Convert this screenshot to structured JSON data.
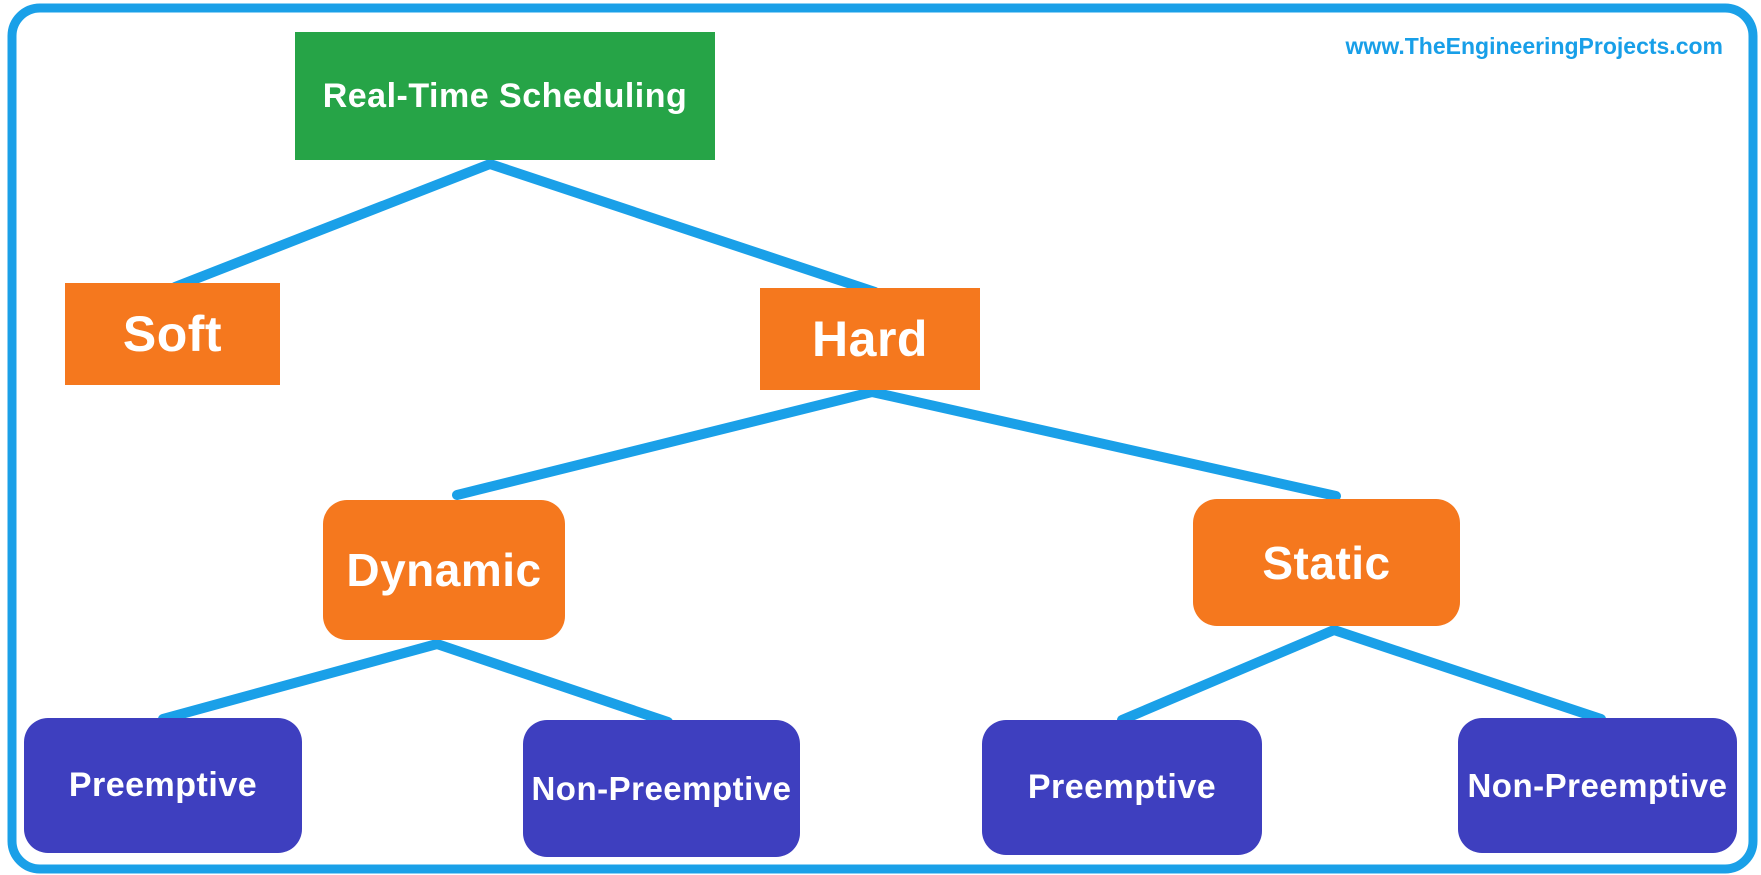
{
  "watermark": {
    "text": "www.TheEngineeringProjects.com"
  },
  "colors": {
    "root_box": "#26A447",
    "branch_box": "#F5781E",
    "leaf_box": "#3E3FBF",
    "connector": "#1AA0E8",
    "border": "#1AA0E8",
    "watermark_text": "#189FE8",
    "box_text": "#FFFFFF",
    "background": "#FFFFFF"
  },
  "nodes": {
    "root": {
      "label": "Real-Time Scheduling"
    },
    "soft": {
      "label": "Soft"
    },
    "hard": {
      "label": "Hard"
    },
    "dynamic": {
      "label": "Dynamic"
    },
    "static": {
      "label": "Static"
    },
    "dynamic_preemptive": {
      "label": "Preemptive"
    },
    "dynamic_non_preemptive": {
      "label": "Non-Preemptive"
    },
    "static_preemptive": {
      "label": "Preemptive"
    },
    "static_non_preemptive": {
      "label": "Non-Preemptive"
    }
  },
  "tree": {
    "root": "Real-Time Scheduling",
    "children": [
      {
        "label": "Soft",
        "children": []
      },
      {
        "label": "Hard",
        "children": [
          {
            "label": "Dynamic",
            "children": [
              "Preemptive",
              "Non-Preemptive"
            ]
          },
          {
            "label": "Static",
            "children": [
              "Preemptive",
              "Non-Preemptive"
            ]
          }
        ]
      }
    ]
  }
}
